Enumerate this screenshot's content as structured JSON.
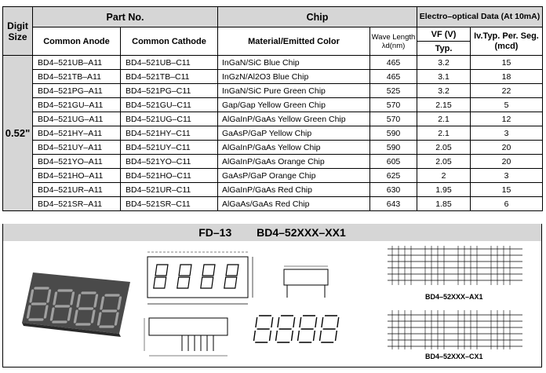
{
  "headers": {
    "digit_size": "Digit Size",
    "part_no": "Part No.",
    "chip": "Chip",
    "electro": "Electro–optical Data (At 10mA)",
    "common_anode": "Common Anode",
    "common_cathode": "Common Cathode",
    "material": "Material/Emitted Color",
    "wave_length": "Wave Length λd(nm)",
    "vf": "VF (V)",
    "typ": "Typ.",
    "iv": "Iv.Typ. Per. Seg. (mcd)"
  },
  "digit_size_value": "0.52\"",
  "rows": [
    {
      "anode": "BD4–521UB–A11",
      "cathode": "BD4–521UB–C11",
      "material": "InGaN/SiC  Blue Chip",
      "wave": "465",
      "vf": "3.2",
      "iv": "15"
    },
    {
      "anode": "BD4–521TB–A11",
      "cathode": "BD4–521TB–C11",
      "material": "InGzN/Al2O3 Blue Chip",
      "wave": "465",
      "vf": "3.1",
      "iv": "18"
    },
    {
      "anode": "BD4–521PG–A11",
      "cathode": "BD4–521PG–C11",
      "material": "InGaN/SiC Pure Green  Chip",
      "wave": "525",
      "vf": "3.2",
      "iv": "22"
    },
    {
      "anode": "BD4–521GU–A11",
      "cathode": "BD4–521GU–C11",
      "material": "Gap/Gap Yellow Green  Chip",
      "wave": "570",
      "vf": "2.15",
      "iv": "5"
    },
    {
      "anode": "BD4–521UG–A11",
      "cathode": "BD4–521UG–C11",
      "material": "AlGaInP/GaAs Yellow Green Chip",
      "wave": "570",
      "vf": "2.1",
      "iv": "12"
    },
    {
      "anode": "BD4–521HY–A11",
      "cathode": "BD4–521HY–C11",
      "material": "GaAsP/GaP Yellow  Chip",
      "wave": "590",
      "vf": "2.1",
      "iv": "3"
    },
    {
      "anode": "BD4–521UY–A11",
      "cathode": "BD4–521UY–C11",
      "material": "AlGaInP/GaAs Yellow  Chip",
      "wave": "590",
      "vf": "2.05",
      "iv": "20"
    },
    {
      "anode": "BD4–521YO–A11",
      "cathode": "BD4–521YO–C11",
      "material": "AlGaInP/GaAs Orange  Chip",
      "wave": "605",
      "vf": "2.05",
      "iv": "20"
    },
    {
      "anode": "BD4–521HO–A11",
      "cathode": "BD4–521HO–C11",
      "material": "GaAsP/GaP Orange  Chip",
      "wave": "625",
      "vf": "2",
      "iv": "3"
    },
    {
      "anode": "BD4–521UR–A11",
      "cathode": "BD4–521UR–C11",
      "material": "AlGaInP/GaAs Red  Chip",
      "wave": "630",
      "vf": "1.95",
      "iv": "15"
    },
    {
      "anode": "BD4–521SR–A11",
      "cathode": "BD4–521SR–C11",
      "material": "AlGaAs/GaAs Red Chip",
      "wave": "643",
      "vf": "1.85",
      "iv": "6"
    }
  ],
  "model": {
    "code": "FD–13",
    "series": "BD4–52XXX–XX1"
  },
  "captions": {
    "anode": "BD4–52XXX–AX1",
    "cathode": "BD4–52XXX–CX1"
  },
  "colors": {
    "header_bg": "#d6d6d6",
    "display_body": "#555555",
    "segment": "#9a9a9a"
  }
}
